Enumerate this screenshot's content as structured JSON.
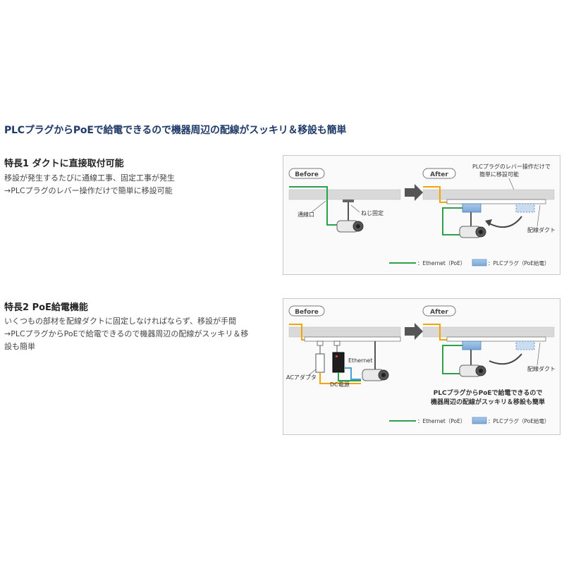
{
  "page": {
    "title": "PLCプラグからPoEで給電できるので機器周辺の配線がスッキリ＆移設も簡単"
  },
  "colors": {
    "ethernet_line": "#2aa14a",
    "poe_line": "#f0a500",
    "dc_line": "#4a9fd8",
    "plc_plug": "#8fb7e0",
    "ceiling": "#d9d9d9",
    "title": "#1f3a68"
  },
  "feature1": {
    "heading": "特長1 ダクトに直接取付可能",
    "lines": [
      "移設が発生するたびに通線工事、固定工事が発生",
      "→PLCプラグのレバー操作だけで簡単に移設可能"
    ],
    "diagram": {
      "before_label": "Before",
      "after_label": "After",
      "label_wiring_hole": "通線口",
      "label_screw_fix": "ねじ固定",
      "callout_line1": "PLCプラグのレバー操作だけで",
      "callout_line2": "簡単に移設可能",
      "label_duct": "配線ダクト",
      "legend_ethernet": "：Ethernet（PoE）",
      "legend_plc": "：PLCプラグ（PoE給電）",
      "icons": [
        "security-camera-icon",
        "arrow-right-icon",
        "curved-arrow-icon"
      ]
    }
  },
  "feature2": {
    "heading": "特長2 PoE給電機能",
    "lines": [
      "いくつもの部材を配線ダクトに固定しなければならず、移設が手間",
      "→PLCプラグからPoEで給電できるので機器周辺の配線がスッキリ＆移",
      "設も簡単"
    ],
    "diagram": {
      "before_label": "Before",
      "after_label": "After",
      "label_ac_adapter": "ACアダプタ",
      "label_dc_power": "DC電源",
      "label_ethernet": "Ethernet",
      "label_duct": "配線ダクト",
      "caption_line1": "PLCプラグからPoEで給電できるので",
      "caption_line2": "機器周辺の配線がスッキリ＆移設も簡単",
      "legend_ethernet": "：Ethernet（PoE）",
      "legend_plc": "：PLCプラグ（PoE給電）",
      "icons": [
        "security-camera-icon",
        "arrow-right-icon"
      ]
    }
  }
}
